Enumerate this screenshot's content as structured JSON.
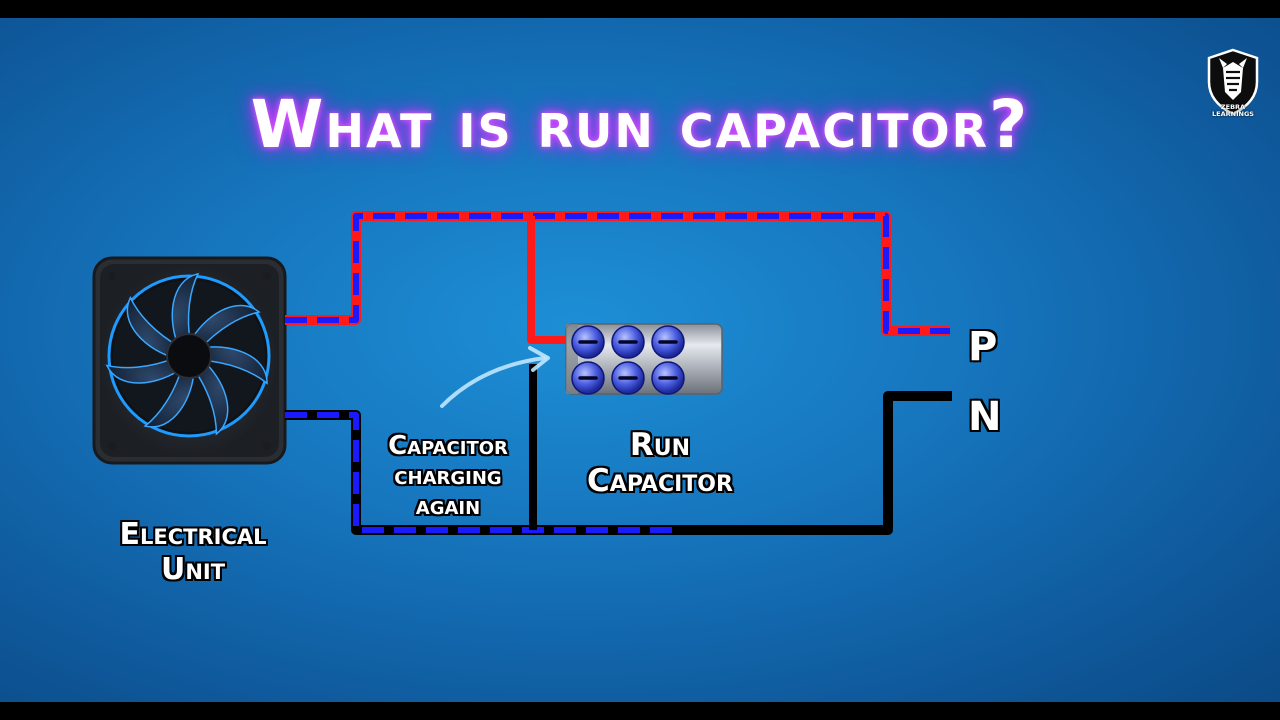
{
  "title": "What is run capacitor?",
  "labels": {
    "electrical_unit": [
      "Electrical",
      "Unit"
    ],
    "capacitor_charging": [
      "Capacitor",
      "charging",
      "again"
    ],
    "run_capacitor": [
      "Run",
      "Capacitor"
    ]
  },
  "terminals": {
    "positive": "P",
    "negative": "N"
  },
  "logo": {
    "lines": [
      "ZEBRA",
      "LEARNINGS"
    ]
  },
  "capacitor": {
    "charge_symbol": "−",
    "charges_shown": 6
  },
  "colors": {
    "live_wire": "#ff1a1a",
    "current_flow": "#1a1aff",
    "neutral_wire": "#000000",
    "title_glow": "#c93bff"
  },
  "icons": {
    "fan": "fan-icon",
    "capacitor": "capacitor-icon",
    "arrow": "curved-arrow-icon",
    "logo": "zebra-logo-icon"
  }
}
